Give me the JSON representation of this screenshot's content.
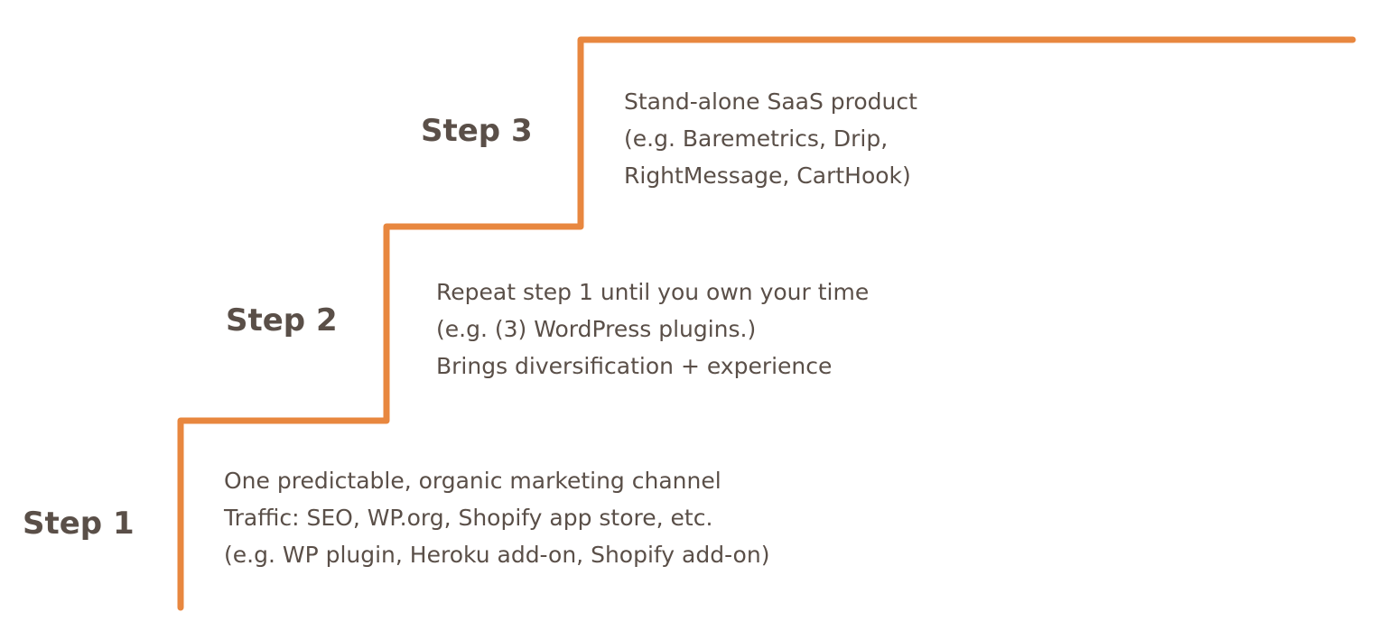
{
  "colors": {
    "line": "#E8873F",
    "text": "#5A4F48"
  },
  "steps": [
    {
      "label": "Step 1",
      "lines": [
        "One predictable, organic marketing channel",
        "Traffic: SEO, WP.org, Shopify app store, etc.",
        "(e.g. WP plugin, Heroku add-on, Shopify add-on)"
      ]
    },
    {
      "label": "Step 2",
      "lines": [
        "Repeat step 1 until you own your time",
        "(e.g. (3) WordPress plugins.)",
        "Brings diversification + experience"
      ]
    },
    {
      "label": "Step 3",
      "lines": [
        "Stand-alone SaaS product",
        "(e.g. Baremetrics, Drip,",
        "RightMessage, CartHook)"
      ]
    }
  ]
}
